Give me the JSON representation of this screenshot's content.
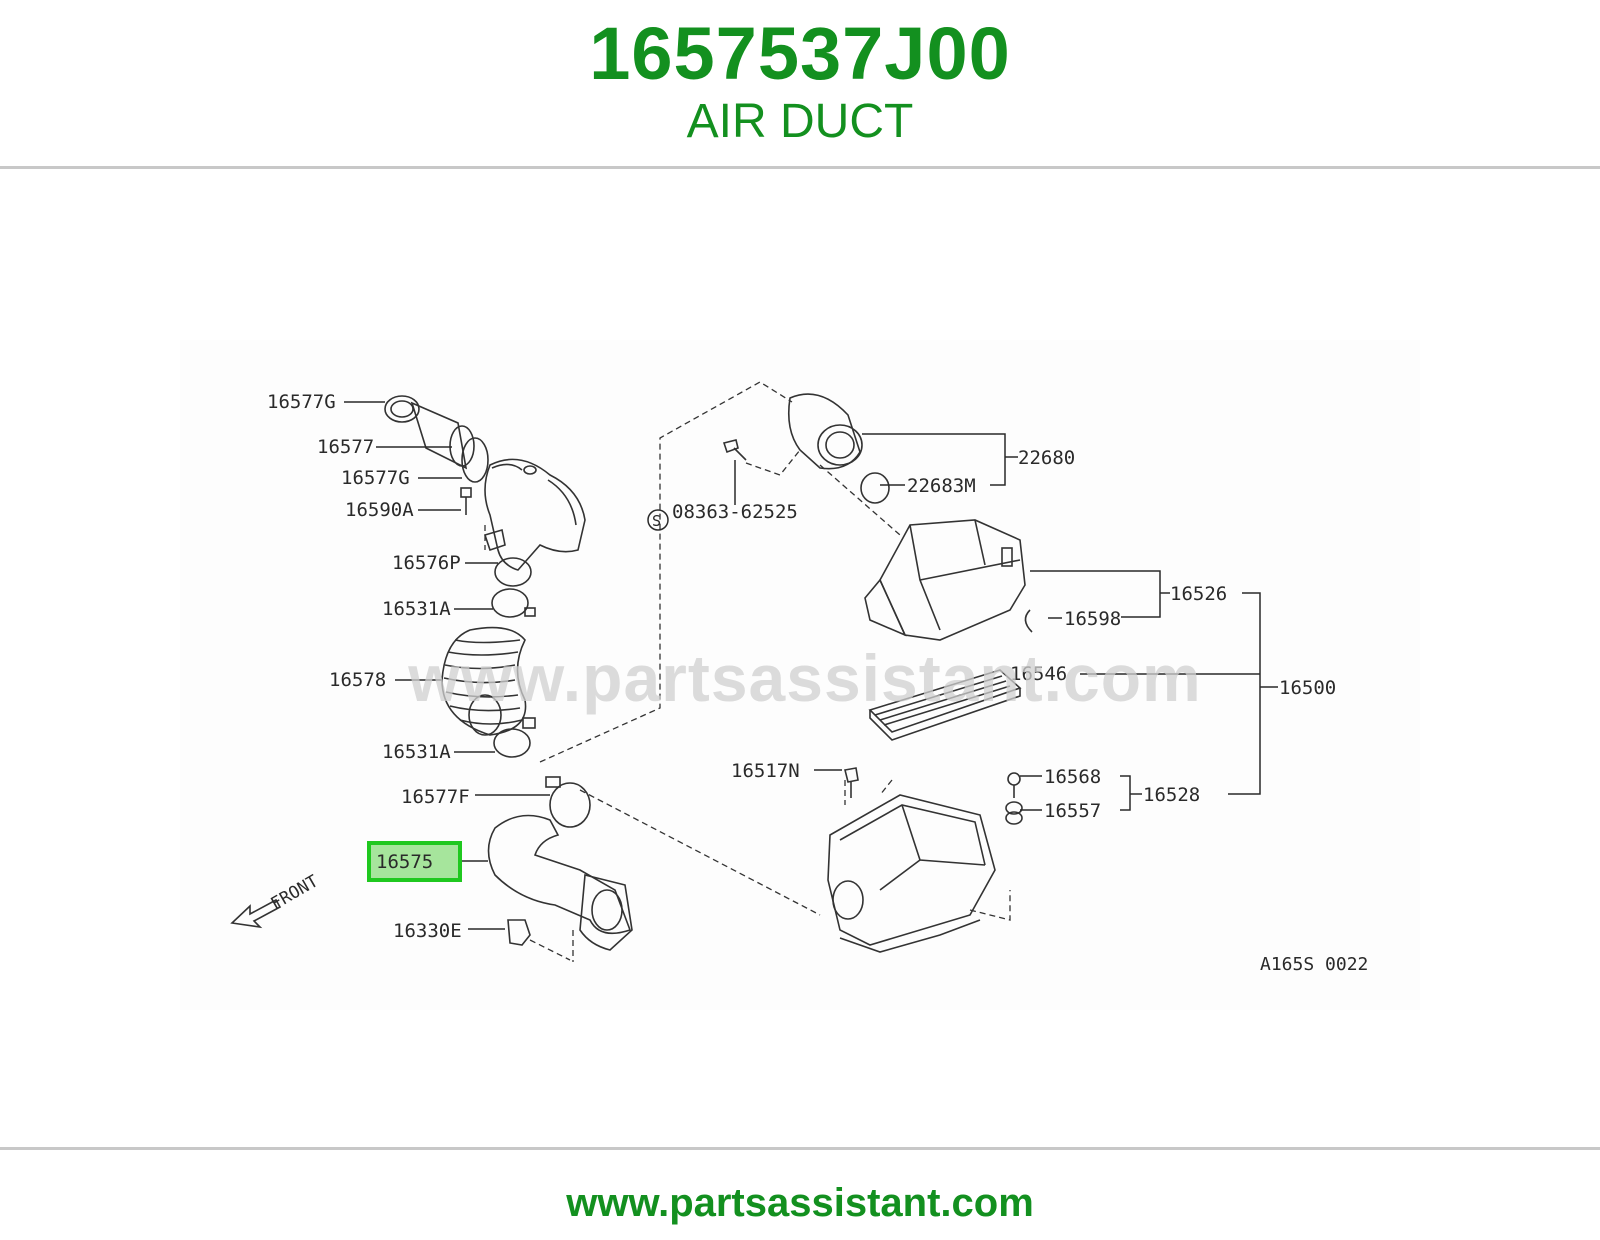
{
  "header": {
    "part_number": "1657537J00",
    "part_name": "AIR DUCT"
  },
  "diagram": {
    "highlighted_part": "16575",
    "diagram_code": "A165S 0022",
    "front_label": "FRONT",
    "callouts": [
      "16577G",
      "16577",
      "16577G",
      "16590A",
      "16576P",
      "16531A",
      "16578",
      "16531A",
      "16577F",
      "16575",
      "16330E",
      "08363-62525",
      "22680",
      "22683M",
      "16526",
      "16598",
      "16546",
      "16500",
      "16517N",
      "16568",
      "16528",
      "16557"
    ],
    "special_marker": "S",
    "watermark": "www.partsassistant.com"
  },
  "footer": {
    "url": "www.partsassistant.com"
  },
  "colors": {
    "brand_green": "#13901f",
    "highlight_fill": "#a6e59c",
    "highlight_border": "#1fc81f",
    "line": "#333333"
  }
}
